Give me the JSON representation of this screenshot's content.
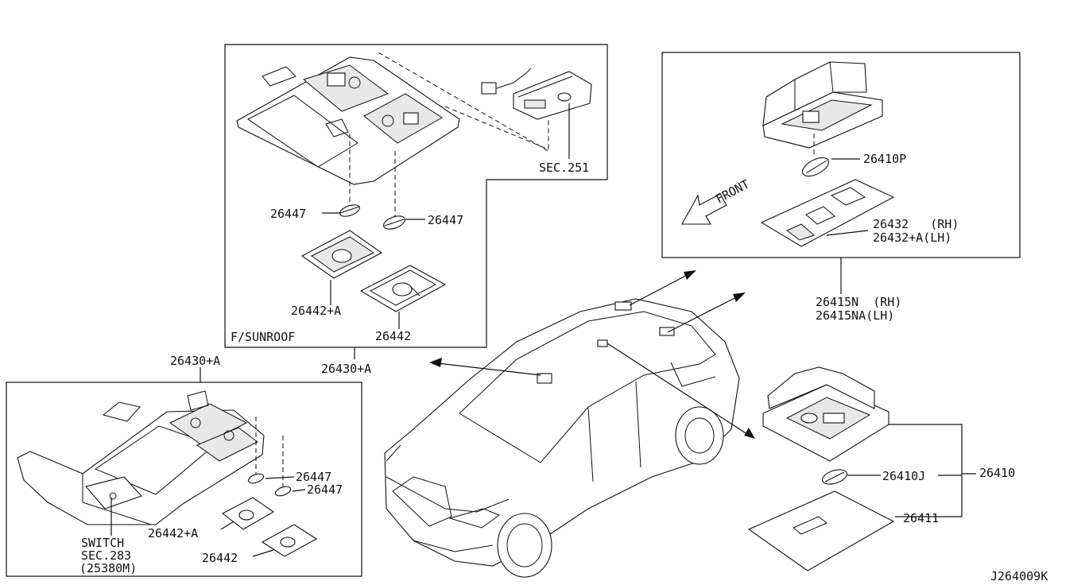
{
  "diagram": {
    "code": "J264009K",
    "panels": {
      "sunroof": {
        "caption": "F/SUNROOF",
        "sec_ref": "SEC.251",
        "bulb_left": "26447",
        "bulb_right": "26447",
        "lens_a": "26442+A",
        "lens": "26442"
      },
      "rear": {
        "bulb": "26410P",
        "lens_rh": "26432   (RH)",
        "lens_lh": "26432+A(LH)",
        "front_label": "FRONT"
      },
      "std": {
        "bulb_1": "26447",
        "bulb_2": "26447",
        "lens_a": "26442+A",
        "lens": "26442",
        "switch_1": "SWITCH",
        "switch_2": "SEC.283",
        "switch_3": "(25380M)"
      }
    },
    "callouts": {
      "lamp_top_left": "26430+A",
      "lamp_top_center": "26430+A",
      "rear_assy_rh": "26415N  (RH)",
      "rear_assy_lh": "26415NA(LH)",
      "room_lamp": "26410",
      "room_bulb": "26410J",
      "room_lens": "26411"
    }
  }
}
